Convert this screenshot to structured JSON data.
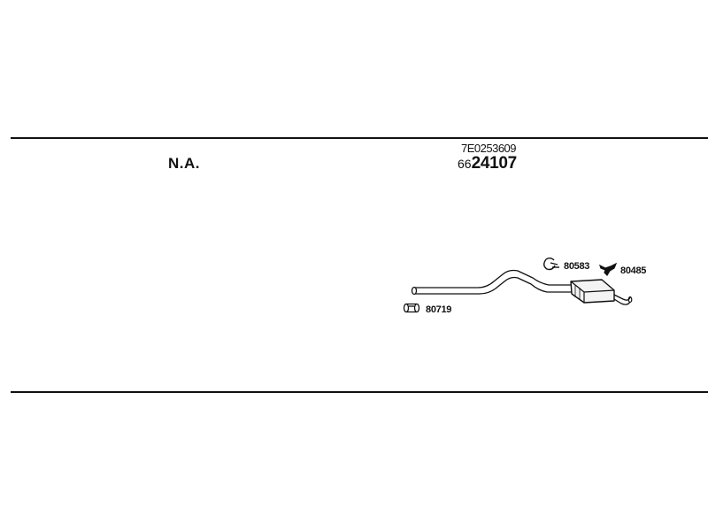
{
  "header": {
    "left_label": "N.A.",
    "reference_code": "7E0253609",
    "part_prefix": "66",
    "part_number": "24107"
  },
  "parts": [
    {
      "number": "80583",
      "icon": "clamp-icon"
    },
    {
      "number": "80485",
      "icon": "hanger-icon"
    },
    {
      "number": "80719",
      "icon": "pipe-connector-icon"
    }
  ],
  "colors": {
    "line": "#111111",
    "background": "#ffffff"
  }
}
